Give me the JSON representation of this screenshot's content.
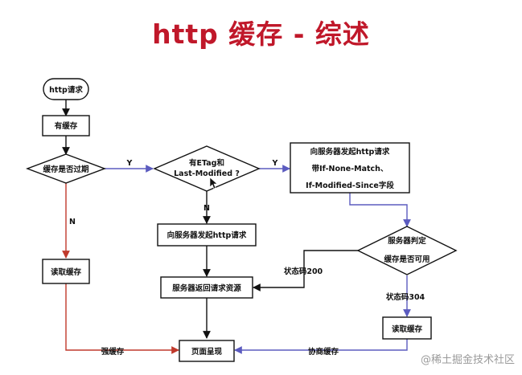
{
  "title": "http 缓存 - 综述",
  "nodes": {
    "start": "http请求",
    "has_cache": "有缓存",
    "expired_q": "缓存是否过期",
    "etag_q_1": "有ETag和",
    "etag_q_2": "Last-Modified ?",
    "send_cond_1": "向服务器发起http请求",
    "send_cond_2": "带If-None-Match、",
    "send_cond_3": "If-Modified-Since字段",
    "server_judge_1": "服务器判定",
    "server_judge_2": "缓存是否可用",
    "read_cache_left": "读取缓存",
    "send_plain": "向服务器发起http请求",
    "server_return": "服务器返回请求资源",
    "read_cache_right": "读取缓存",
    "render": "页面呈现"
  },
  "edges": {
    "expired_yes": "Y",
    "expired_no": "N",
    "etag_yes": "Y",
    "etag_no": "N",
    "status200": "状态码200",
    "status304": "状态码304",
    "strong_cache": "强缓存",
    "negotiated_cache": "协商缓存"
  },
  "colors": {
    "title": "#c0182a",
    "red_flow": "#c0392b",
    "blue_flow": "#5b5bbf",
    "black_flow": "#111111"
  },
  "watermark": "@稀土掘金技术社区"
}
